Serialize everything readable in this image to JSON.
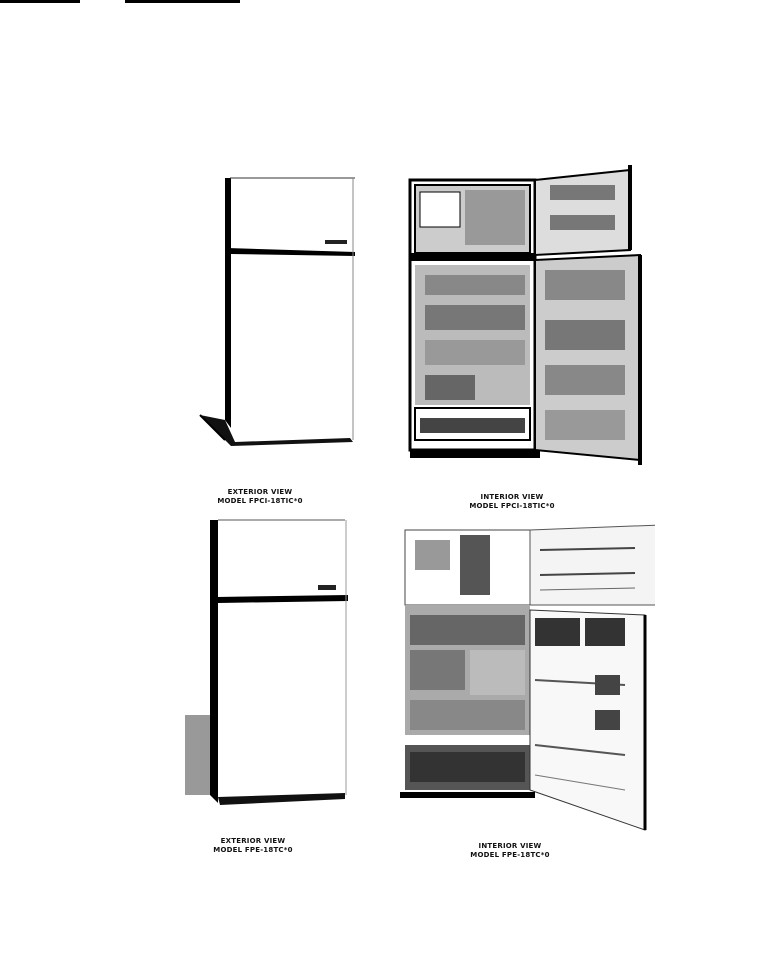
{
  "figures": [
    {
      "caption_line1": "EXTERIOR VIEW",
      "caption_line2": "MODEL FPCI-18TIC*0"
    },
    {
      "caption_line1": "INTERIOR VIEW",
      "caption_line2": "MODEL FPCI-18TIC*0"
    },
    {
      "caption_line1": "EXTERIOR VIEW",
      "caption_line2": "MODEL FPE-18TC*0"
    },
    {
      "caption_line1": "INTERIOR VIEW",
      "caption_line2": "MODEL FPE-18TC*0"
    }
  ]
}
